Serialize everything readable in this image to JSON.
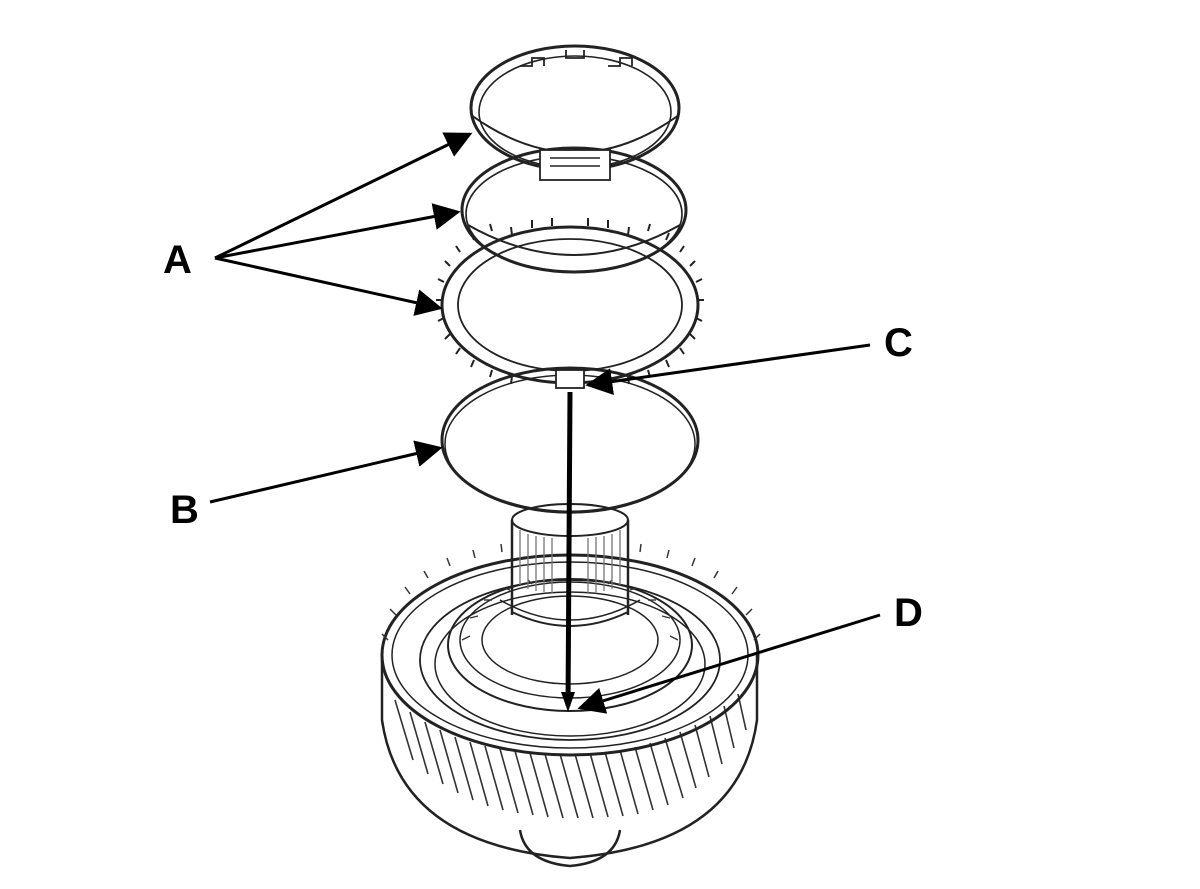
{
  "callouts": {
    "a": "A",
    "b": "B",
    "c": "C",
    "d": "D"
  },
  "colors": {
    "ink": "#000000",
    "line": "#222222",
    "background": "#ffffff"
  }
}
